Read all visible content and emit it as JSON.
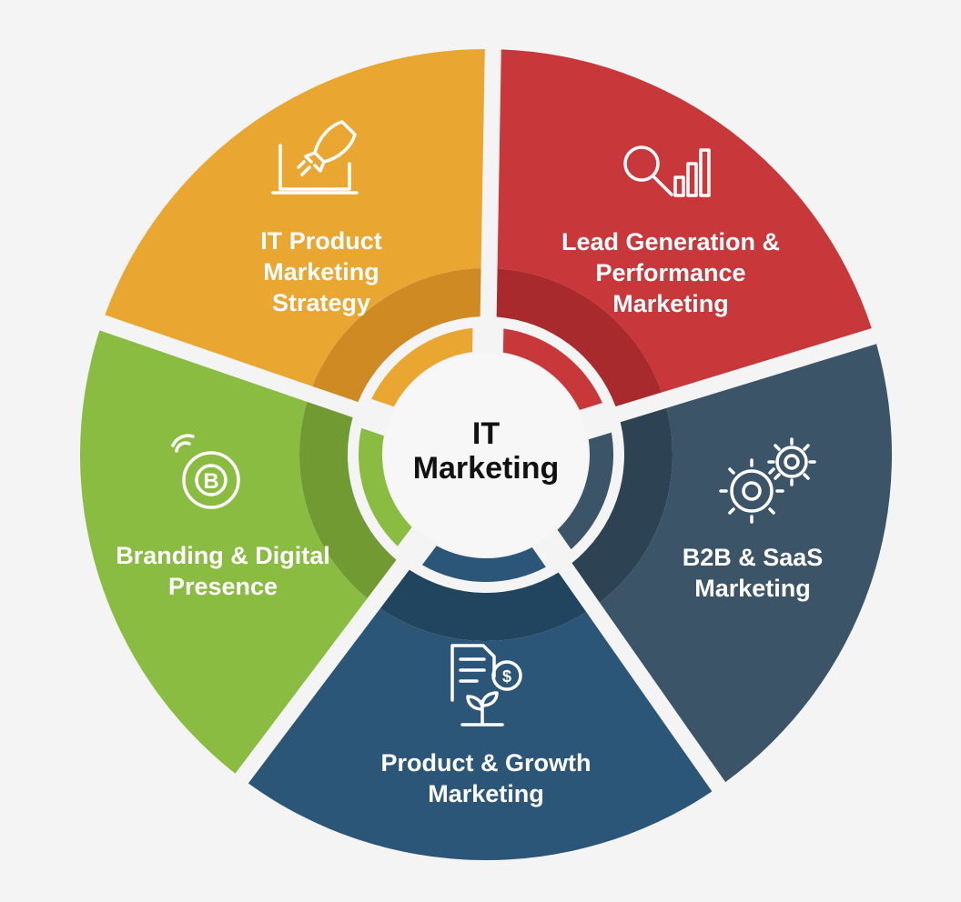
{
  "center": {
    "line1": "IT",
    "line2": "Marketing"
  },
  "segments": [
    {
      "lines": [
        "Lead Generation &",
        "Performance",
        "Marketing"
      ],
      "icon": "magnifier-chart-icon",
      "color": "#C8373A",
      "dark": "#A82A2C"
    },
    {
      "lines": [
        "B2B & SaaS",
        "Marketing"
      ],
      "icon": "gears-icon",
      "color": "#3B5467",
      "dark": "#2D4252"
    },
    {
      "lines": [
        "Product & Growth",
        "Marketing"
      ],
      "icon": "document-dollar-plant-icon",
      "color": "#2C5678",
      "dark": "#22455F"
    },
    {
      "lines": [
        "Branding & Digital",
        "Presence"
      ],
      "icon": "globe-brand-icon",
      "color": "#8BBC42",
      "dark": "#719A33"
    },
    {
      "lines": [
        "IT Product",
        "Marketing",
        "Strategy"
      ],
      "icon": "laptop-rocket-icon",
      "color": "#E9A631",
      "dark": "#D08A24"
    }
  ]
}
